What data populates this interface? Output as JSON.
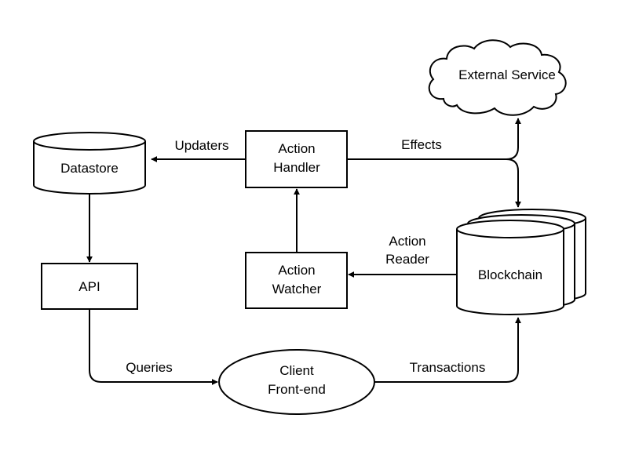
{
  "nodes": {
    "external_service": "External Service",
    "datastore": "Datastore",
    "action_handler": [
      "Action",
      "Handler"
    ],
    "action_watcher": [
      "Action",
      "Watcher"
    ],
    "api": "API",
    "blockchain": "Blockchain",
    "client": [
      "Client",
      "Front-end"
    ]
  },
  "edges": {
    "updaters": "Updaters",
    "effects": "Effects",
    "action_reader": [
      "Action",
      "Reader"
    ],
    "queries": "Queries",
    "transactions": "Transactions"
  }
}
